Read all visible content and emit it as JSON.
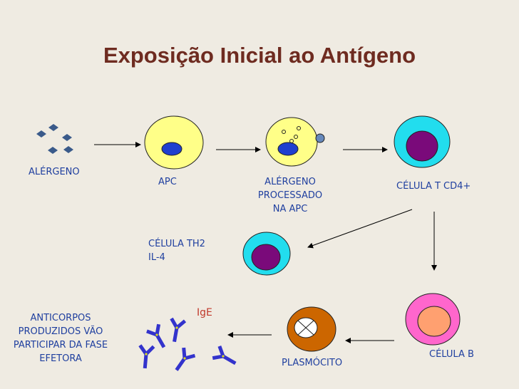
{
  "title": "Exposição Inicial ao Antígeno",
  "labels": {
    "alergeno": "ALÉRGENO",
    "apc": "APC",
    "alergeno_processado": "ALÉRGENO\nPROCESSADO\nNA APC",
    "celula_t_cd4": "CÉLULA T CD4+",
    "celula_th2": "CÉLULA TH2\n    IL-4",
    "anticorpos": "ANTICORPOS\nPRODUZIDOS VÃO\nPARTICIPAR DA FASE\nEFETORA",
    "ige": "IgE",
    "plasmocito": "PLASMÓCITO",
    "celula_b": "CÉLULA B"
  },
  "colors": {
    "title": "#6e2b20",
    "label": "#1f3f9f",
    "ige_label": "#c0392b",
    "apc_fill": "#ffff88",
    "nucleus_blue": "#1f3fcf",
    "t_cell_ring": "#22ddee",
    "t_cell_nucleus": "#7a0a7a",
    "b_cell_outer": "#ff66cc",
    "b_cell_inner": "#ffa070",
    "plasma_fill": "#cc6600",
    "antibody": "#3333cc",
    "antibody_tip": "#dddd22",
    "allergen": "#3a5a8a",
    "arrow": "#000000"
  }
}
